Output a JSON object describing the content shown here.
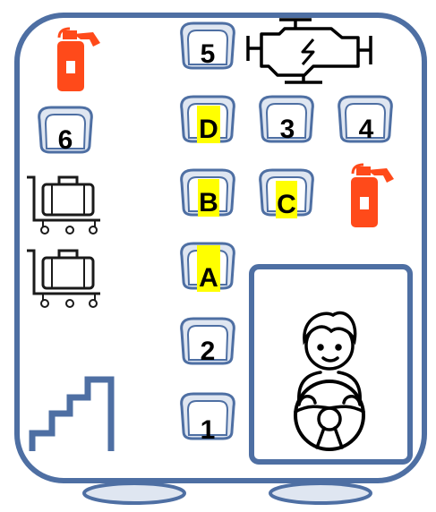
{
  "colors": {
    "outline": "#4e6fa3",
    "seat_fill": "#dfe6f1",
    "highlight": "#ffff00",
    "extinguisher": "#ff4a1a",
    "text": "#000000"
  },
  "seats": [
    {
      "id": "seat-5",
      "label": "5",
      "highlighted": false
    },
    {
      "id": "seat-6",
      "label": "6",
      "highlighted": false
    },
    {
      "id": "seat-d",
      "label": "D",
      "highlighted": true
    },
    {
      "id": "seat-3",
      "label": "3",
      "highlighted": false
    },
    {
      "id": "seat-4",
      "label": "4",
      "highlighted": false
    },
    {
      "id": "seat-b",
      "label": "B",
      "highlighted": true
    },
    {
      "id": "seat-c",
      "label": "C",
      "highlighted": true
    },
    {
      "id": "seat-a",
      "label": "A",
      "highlighted": true
    },
    {
      "id": "seat-2",
      "label": "2",
      "highlighted": false
    },
    {
      "id": "seat-1",
      "label": "1",
      "highlighted": false
    }
  ],
  "icons": {
    "extinguisher": "fire-extinguisher-icon",
    "engine": "engine-icon",
    "luggage": "luggage-trolley-icon",
    "stairs": "stairs-icon",
    "driver": "driver-icon"
  }
}
